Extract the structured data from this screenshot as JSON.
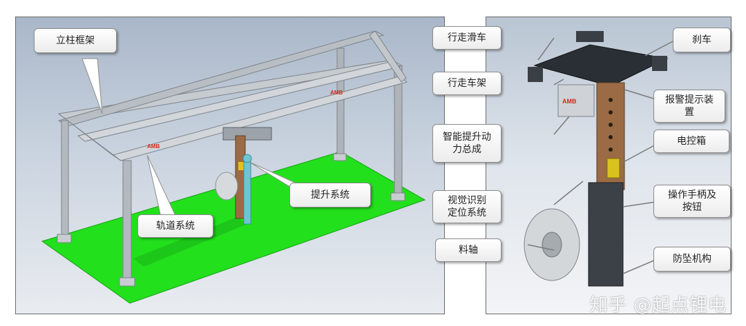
{
  "left_labels": {
    "frame": "立柱框架",
    "rail": "轨道系统",
    "lift": "提升系统"
  },
  "right_labels": {
    "trolley": "行走滑车",
    "carriage": "行走车架",
    "power": "智能提升动\n力总成",
    "vision": "视觉识别\n定位系统",
    "spindle": "料轴",
    "brake": "刹车",
    "alarm": "报警提示装\n置",
    "control_box": "电控箱",
    "handle": "操作手柄及\n按钮",
    "fall_guard": "防坠机构"
  },
  "brand_marks": [
    "AMB",
    "AMB",
    "AMB"
  ],
  "watermark": "知乎 @起点锂电",
  "colors": {
    "floor": "#22e01c",
    "frame": "#b9bec4",
    "accent": "#d8261c",
    "mast": "#9a6b45"
  }
}
